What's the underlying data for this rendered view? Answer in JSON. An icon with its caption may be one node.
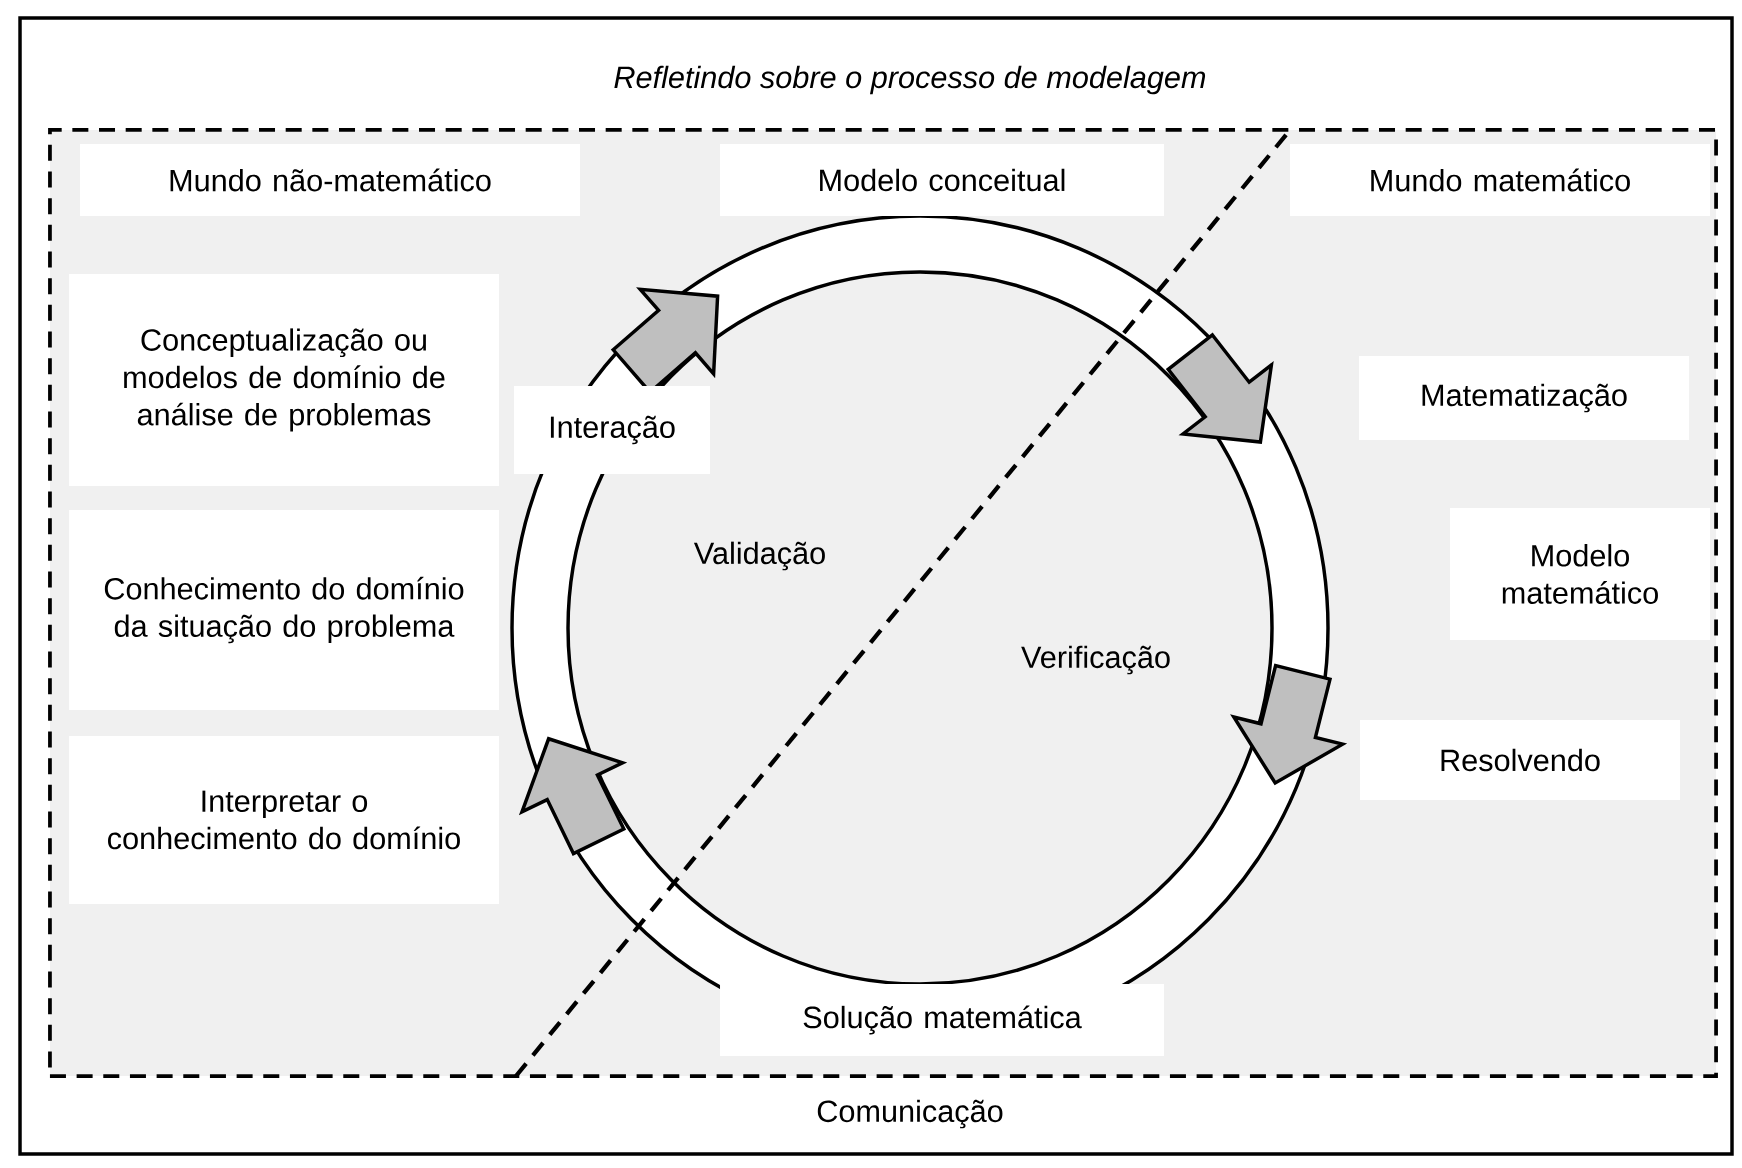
{
  "diagram": {
    "nodes": [
      {
        "text": [
          "*Refletindo sobre o processo de modelagem*",
          "Comunicação"
        ]
      },
      {
        "text": [],
        "shape": "box",
        "in": 0
      },
      {
        "text": [
          "Mundo não-matemático"
        ],
        "in": 1
      },
      {
        "text": [
          "Modelo conceitual"
        ],
        "in": 1
      },
      {
        "text": [
          "Mundo matemático"
        ],
        "in": 1
      },
      {
        "text": [
          "Conceptualização ou modelos de domínio de análise de problemas"
        ],
        "in": 1
      },
      {
        "text": [
          "Interação"
        ],
        "in": 1
      },
      {
        "text": [
          "Matematização"
        ],
        "in": 1
      },
      {
        "text": [
          "Conhecimento do domínio da situação do problema"
        ],
        "in": 1
      },
      {
        "text": [
          "Modelo matemático"
        ],
        "in": 1
      },
      {
        "text": [
          "Resolvendo"
        ],
        "in": 1
      },
      {
        "text": [
          "Interpretar o conhecimento do domínio"
        ],
        "in": 1
      },
      {
        "text": [
          "Solução matemática"
        ],
        "in": 1
      }
    ],
    "labels": [
      "Validação",
      "Verificação"
    ]
  }
}
